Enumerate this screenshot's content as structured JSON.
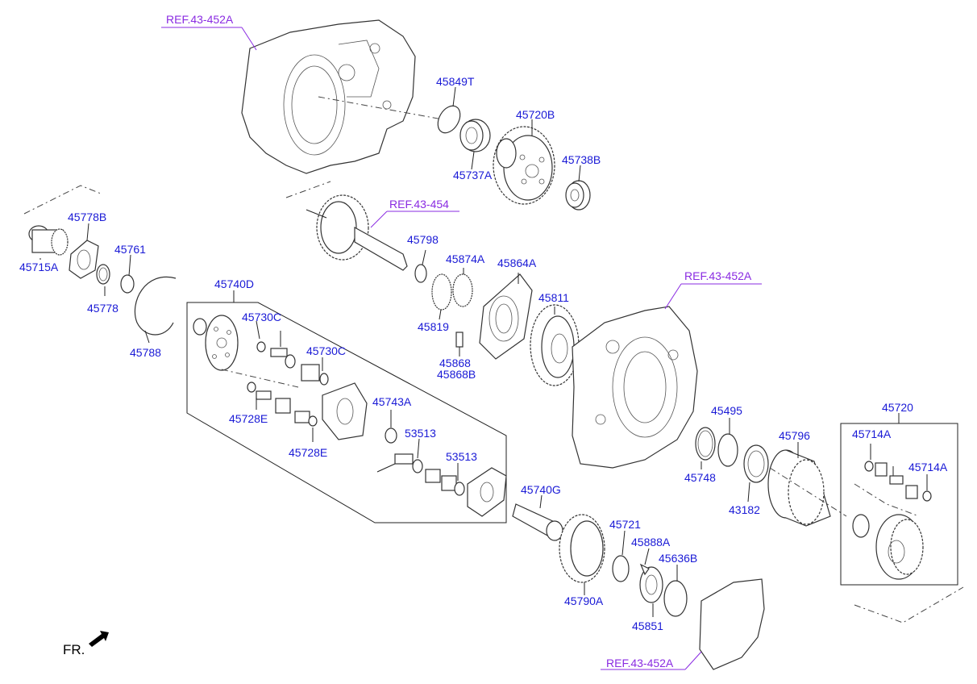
{
  "diagram": {
    "orientation_label": "FR.",
    "refs": [
      {
        "id": "ref1",
        "text": "REF.43-452A"
      },
      {
        "id": "ref2",
        "text": "REF.43-454"
      },
      {
        "id": "ref3",
        "text": "REF.43-452A"
      },
      {
        "id": "ref4",
        "text": "REF.43-452A"
      }
    ],
    "parts": [
      {
        "id": "p45849T",
        "text": "45849T"
      },
      {
        "id": "p45720B",
        "text": "45720B"
      },
      {
        "id": "p45737A",
        "text": "45737A"
      },
      {
        "id": "p45738B",
        "text": "45738B"
      },
      {
        "id": "p45778B",
        "text": "45778B"
      },
      {
        "id": "p45715A",
        "text": "45715A"
      },
      {
        "id": "p45761",
        "text": "45761"
      },
      {
        "id": "p45778",
        "text": "45778"
      },
      {
        "id": "p45788",
        "text": "45788"
      },
      {
        "id": "p45798",
        "text": "45798"
      },
      {
        "id": "p45874A",
        "text": "45874A"
      },
      {
        "id": "p45864A",
        "text": "45864A"
      },
      {
        "id": "p45819",
        "text": "45819"
      },
      {
        "id": "p45811",
        "text": "45811"
      },
      {
        "id": "p45868",
        "text": "45868"
      },
      {
        "id": "p45868B",
        "text": "45868B"
      },
      {
        "id": "p45740D",
        "text": "45740D"
      },
      {
        "id": "p45730C_1",
        "text": "45730C"
      },
      {
        "id": "p45730C_2",
        "text": "45730C"
      },
      {
        "id": "p45743A",
        "text": "45743A"
      },
      {
        "id": "p45728E_1",
        "text": "45728E"
      },
      {
        "id": "p45728E_2",
        "text": "45728E"
      },
      {
        "id": "p53513_1",
        "text": "53513"
      },
      {
        "id": "p53513_2",
        "text": "53513"
      },
      {
        "id": "p45740G",
        "text": "45740G"
      },
      {
        "id": "p45721",
        "text": "45721"
      },
      {
        "id": "p45888A",
        "text": "45888A"
      },
      {
        "id": "p45636B",
        "text": "45636B"
      },
      {
        "id": "p45790A",
        "text": "45790A"
      },
      {
        "id": "p45851",
        "text": "45851"
      },
      {
        "id": "p45495",
        "text": "45495"
      },
      {
        "id": "p45748",
        "text": "45748"
      },
      {
        "id": "p45796",
        "text": "45796"
      },
      {
        "id": "p43182",
        "text": "43182"
      },
      {
        "id": "p45720",
        "text": "45720"
      },
      {
        "id": "p45714A_1",
        "text": "45714A"
      },
      {
        "id": "p45714A_2",
        "text": "45714A"
      }
    ]
  }
}
